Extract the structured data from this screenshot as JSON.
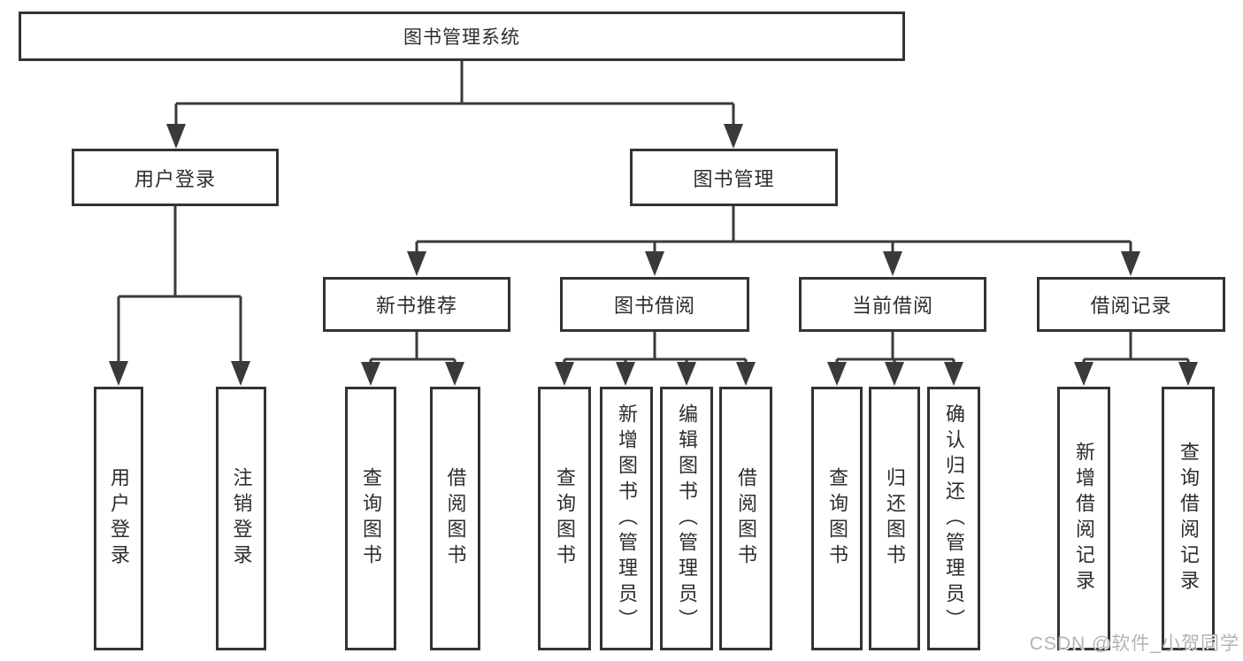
{
  "diagram": {
    "root": {
      "label": "图书管理系统"
    },
    "level2": [
      {
        "label": "用户登录",
        "children": [
          {
            "label": "用户登录"
          },
          {
            "label": "注销登录"
          }
        ]
      },
      {
        "label": "图书管理",
        "children": [
          {
            "label": "新书推荐",
            "children": [
              {
                "label": "查询图书"
              },
              {
                "label": "借阅图书"
              }
            ]
          },
          {
            "label": "图书借阅",
            "children": [
              {
                "label": "查询图书"
              },
              {
                "label": "新增图书（管理员）"
              },
              {
                "label": "编辑图书（管理员）"
              },
              {
                "label": "借阅图书"
              }
            ]
          },
          {
            "label": "当前借阅",
            "children": [
              {
                "label": "查询图书"
              },
              {
                "label": "归还图书"
              },
              {
                "label": "确认归还（管理员）"
              }
            ]
          },
          {
            "label": "借阅记录",
            "children": [
              {
                "label": "新增借阅记录"
              },
              {
                "label": "查询借阅记录"
              }
            ]
          }
        ]
      }
    ]
  },
  "watermark": {
    "text": "CSDN @软件_小贺同学"
  },
  "colors": {
    "line": "#3a3a3a",
    "box_border": "#333333",
    "text": "#2d2d2d",
    "watermark": "#b3b3b3",
    "background": "#ffffff"
  }
}
